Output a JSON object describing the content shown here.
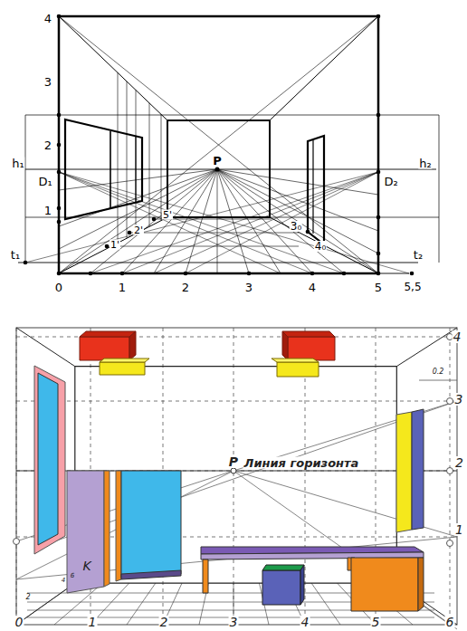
{
  "diagram": {
    "labels": [
      "4",
      "3",
      "2",
      "1",
      "h₁",
      "D₁",
      "P",
      "h₂",
      "D₂",
      "5'",
      "2'",
      "1'",
      "3₀",
      "4₀",
      "t₁",
      "t₂",
      "0",
      "1",
      "2",
      "3",
      "4",
      "5",
      "5,5",
      "4",
      "0.2",
      "3",
      "P",
      "Линия горизонта",
      "2",
      "1",
      "K",
      "4",
      "6",
      "2",
      "0",
      "1",
      "2",
      "3",
      "4",
      "5",
      "6"
    ]
  }
}
